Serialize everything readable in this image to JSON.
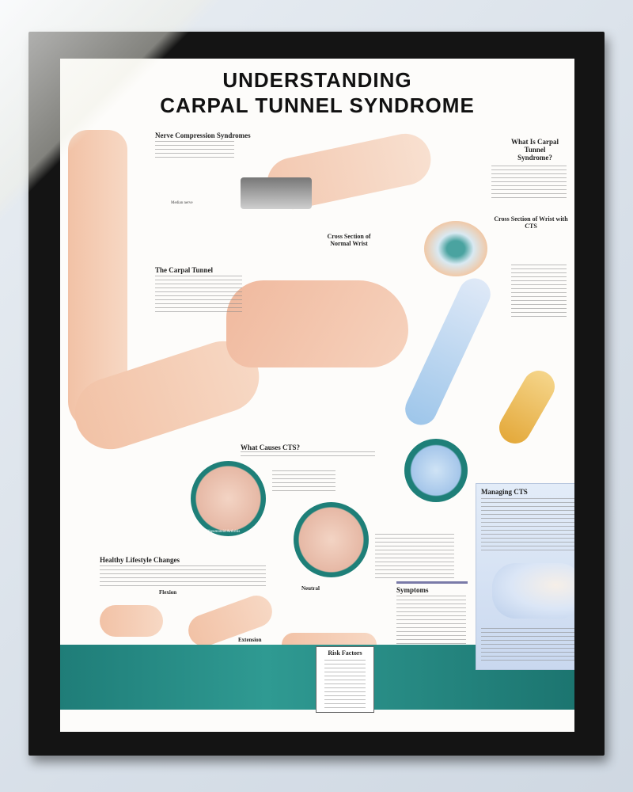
{
  "poster": {
    "title_line1": "UNDERSTANDING",
    "title_line2": "CARPAL TUNNEL SYNDROME",
    "sections": {
      "nerve_compression": "Nerve Compression Syndromes",
      "carpal_tunnel": "The Carpal Tunnel",
      "what_is": "What Is Carpal Tunnel Syndrome?",
      "cross_normal": "Cross Section of Normal Wrist",
      "cross_cts": "Cross Section of Wrist with CTS",
      "what_causes": "What Causes CTS?",
      "healthy": "Healthy Lifestyle Changes",
      "symptoms": "Symptoms",
      "managing": "Managing CTS",
      "risk_factors": "Risk Factors"
    },
    "labels": {
      "median_nerve": "Median nerve",
      "flexion": "Flexion",
      "extension": "Extension",
      "neutral": "Neutral",
      "rheumatoid": "Rheumatoid Arthritis"
    },
    "colors": {
      "teal": "#1f7d78",
      "frame": "#141414",
      "manage_bg": "#d6e2f3"
    }
  }
}
